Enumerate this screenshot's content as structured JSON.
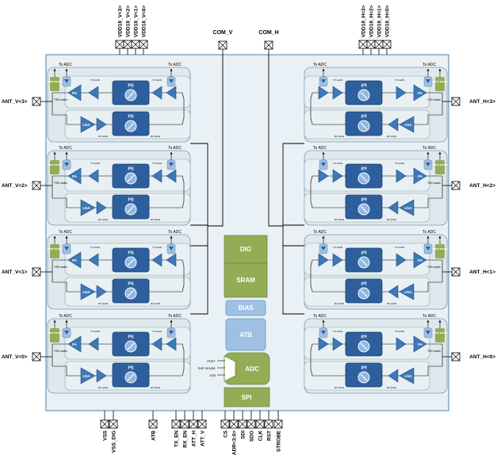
{
  "top_pins_v": [
    "VDD18_V<3>",
    "VDD18_V<2>",
    "VDD18_V<1>",
    "VDD18_V<0>"
  ],
  "top_pins_h": [
    "VDD18_H<3>",
    "VDD18_H<2>",
    "VDD18_H<1>",
    "VDD18_H<0>"
  ],
  "com_v": "COM_V",
  "com_h": "COM_H",
  "ant_v": [
    "ANT_V<3>",
    "ANT_V<2>",
    "ANT_V<1>",
    "ANT_V<0>"
  ],
  "ant_h": [
    "ANT_H<3>",
    "ANT_H<2>",
    "ANT_H<1>",
    "ANT_H<0>"
  ],
  "channel": {
    "to_adc": "To ADC",
    "temp_sense": "TEMP SENSE",
    "ps": "PS",
    "pa": "PA",
    "lna": "LNA",
    "trx_switch": "T/RX switch",
    "tx_gain": "TX GAIN",
    "rx_gain": "RX GAIN"
  },
  "center_blocks": {
    "dig": "DIG",
    "sram": "SRAM",
    "bias": "BIAS",
    "atb": "ATB",
    "adc": "ADC",
    "spi": "SPI"
  },
  "adc_inputs": [
    "PDET",
    "TMP SENSE",
    "ATB"
  ],
  "bottom_pins": [
    "VSS",
    "VSS_DIG",
    "ATB",
    "TX_EN",
    "RX_EN",
    "ATT_H",
    "ATT_V",
    "CS",
    "ADR<3:0>",
    "SDI",
    "SDO",
    "CLK",
    "RST",
    "STROBE"
  ],
  "colors": {
    "chip_fill": "#e9f1f6",
    "chip_border": "#6c92b0",
    "channel_fill": "#dfe8ec",
    "amp_blue": "#3d78b8",
    "ps_blue": "#2d5f9e",
    "dig_green": "#92ad55",
    "bias_blue": "#9ec1e3"
  }
}
